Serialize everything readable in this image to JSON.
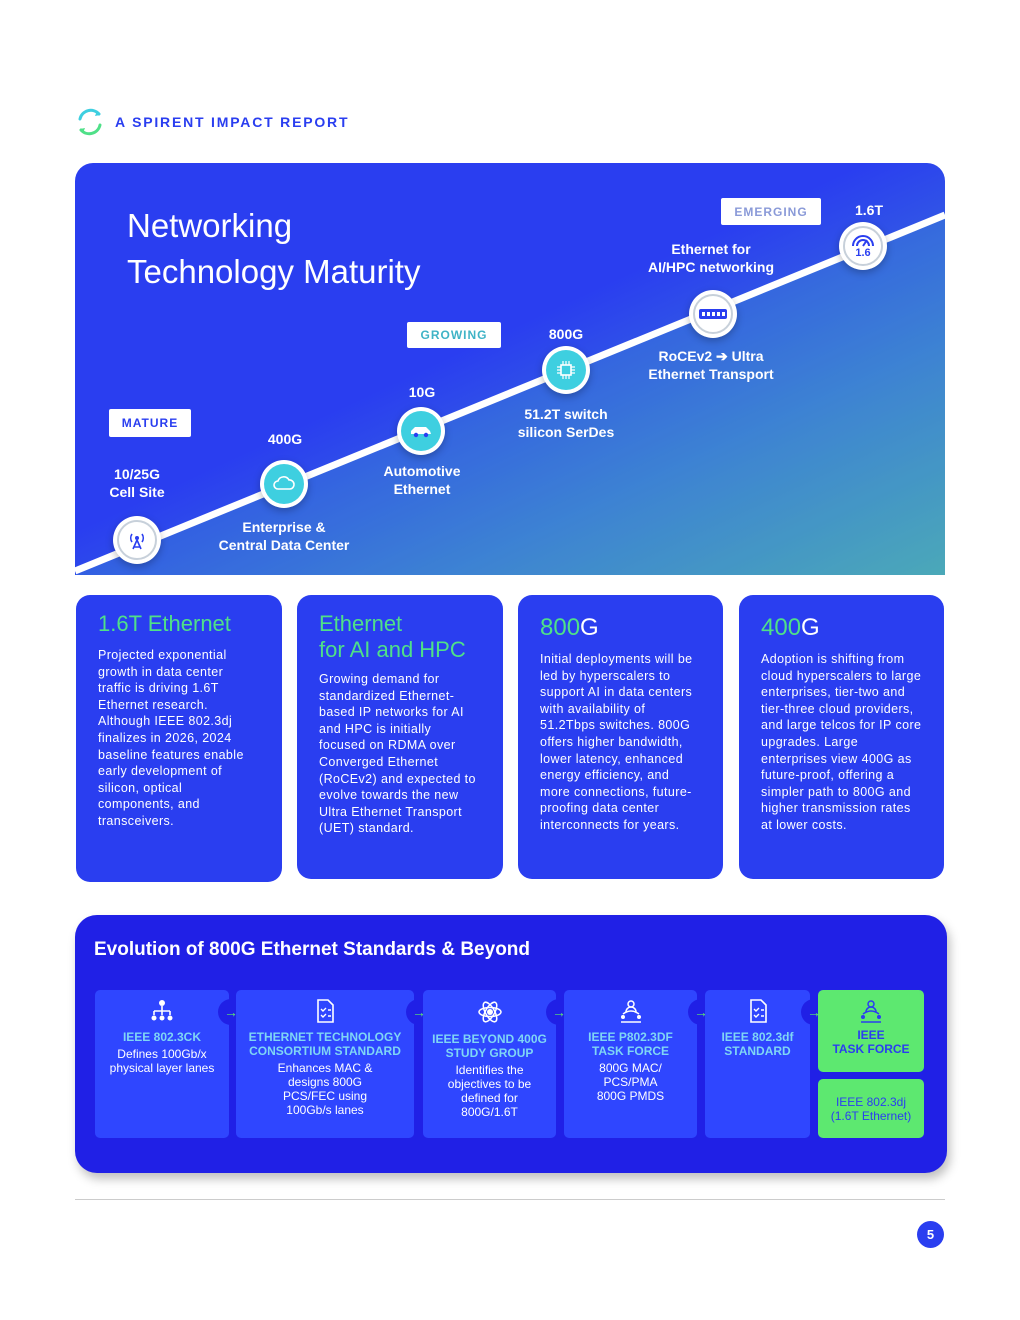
{
  "header": {
    "report_label": "A SPIRENT IMPACT REPORT"
  },
  "hero": {
    "title_line1": "Networking",
    "title_line2": "Technology Maturity",
    "stages": {
      "mature": "MATURE",
      "growing": "GROWING",
      "emerging": "EMERGING"
    },
    "points": [
      {
        "speed_label": "10/25G",
        "desc": "Cell Site",
        "icon": "antenna-icon"
      },
      {
        "speed_label": "400G",
        "desc_line1": "Enterprise &",
        "desc_line2": "Central Data Center",
        "icon": "cloud-icon"
      },
      {
        "speed_label": "10G",
        "desc_line1": "Automotive",
        "desc_line2": "Ethernet",
        "icon": "car-icon"
      },
      {
        "speed_label": "800G",
        "desc_line1": "51.2T switch",
        "desc_line2": "silicon SerDes",
        "icon": "chip-icon"
      },
      {
        "desc_line1": "RoCEv2 ➔ Ultra",
        "desc_line2": "Ethernet Transport",
        "icon": "switch-icon"
      },
      {
        "speed_label": "1.6T",
        "desc_line1": "Ethernet for",
        "desc_line2": "AI/HPC networking",
        "icon": "speed-gauge-icon",
        "gauge_text": "1.6"
      }
    ],
    "colors": {
      "blue": "#2a3ef0",
      "teal": "#3ecfe0"
    }
  },
  "cards": [
    {
      "title": "1.6T Ethernet",
      "text": "Projected exponential growth in data center traffic is driving 1.6T Ethernet research. Although IEEE 802.3dj finalizes in 2026, 2024 baseline features enable early development of silicon, optical components, and transceivers."
    },
    {
      "title_line1": "Ethernet",
      "title_line2": "for AI and HPC",
      "text": "Growing demand for standardized Ethernet-based IP networks for AI and HPC is initially focused on RDMA over Converged Ethernet (RoCEv2) and expected to evolve towards the new Ultra Ethernet Transport (UET) standard."
    },
    {
      "title_green": "800",
      "title_white": "G",
      "text": "Initial deployments will be led by hyperscalers to support AI in data centers with availability of 51.2Tbps switches. 800G offers higher bandwidth, lower latency, enhanced energy efficiency, and more connections, future-proofing data center interconnects for years."
    },
    {
      "title_green": "400",
      "title_white": "G",
      "text": "Adoption is shifting from cloud hyperscalers to large enterprises, tier-two and tier-three cloud providers, and large telcos for IP core upgrades. Large enterprises view 400G as future-proof, offering a simpler path to 800G and higher transmission rates at lower costs."
    }
  ],
  "evolution": {
    "title": "Evolution of 800G Ethernet Standards & Beyond",
    "steps": [
      {
        "title": "IEEE 802.3CK",
        "desc_lines": [
          "Defines 100Gb/x",
          "physical layer lanes"
        ],
        "icon": "hierarchy-icon"
      },
      {
        "title_lines": [
          "ETHERNET TECHNOLOGY",
          "CONSORTIUM STANDARD"
        ],
        "desc_lines": [
          "Enhances MAC &",
          "designs 800G",
          "PCS/FEC using",
          "100Gb/s lanes"
        ],
        "icon": "document-check-icon"
      },
      {
        "title_lines": [
          "IEEE BEYOND 400G",
          "STUDY GROUP"
        ],
        "desc_lines": [
          "Identifies the",
          "objectives to be",
          "defined for",
          "800G/1.6T"
        ],
        "icon": "network-atom-icon"
      },
      {
        "title_lines": [
          "IEEE P802.3DF",
          "TASK FORCE"
        ],
        "desc_lines": [
          "800G MAC/",
          "PCS/PMA",
          "800G PMDS"
        ],
        "icon": "team-icon"
      },
      {
        "title_lines": [
          "IEEE 802.3df",
          "STANDARD"
        ],
        "icon": "document-check-icon"
      },
      {
        "title_lines": [
          "IEEE",
          "TASK FORCE"
        ],
        "sub_lines": [
          "IEEE 802.3dj",
          "(1.6T Ethernet)"
        ],
        "icon": "team-icon"
      }
    ],
    "arrow": "→"
  },
  "footer": {
    "page_number": "5"
  }
}
